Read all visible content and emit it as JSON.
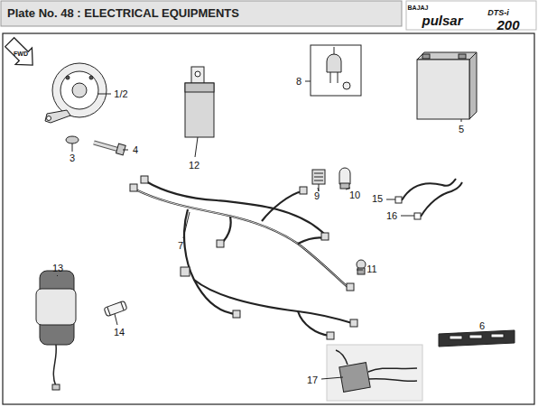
{
  "diagram": {
    "title": "Plate No. 48 : ELECTRICAL EQUIPMENTS",
    "labels": [
      "BAJAJ",
      "pulsar",
      "DTS-i",
      "200",
      "FWD",
      "1/2",
      "3",
      "4",
      "12",
      "8",
      "9",
      "10",
      "5",
      "15",
      "16",
      "7",
      "11",
      "13",
      "14",
      "17",
      "6"
    ]
  }
}
